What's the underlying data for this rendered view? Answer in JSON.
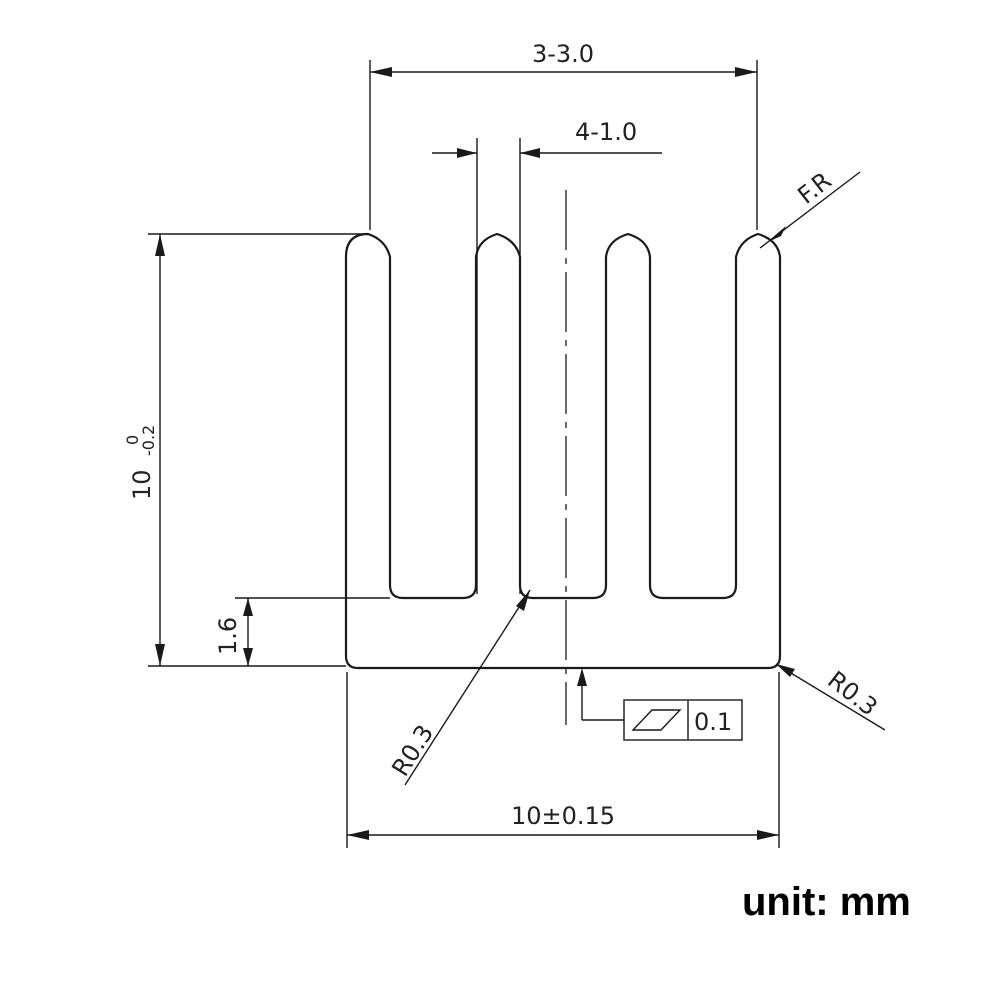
{
  "drawing": {
    "dim_top_overall": "3-3.0",
    "dim_fin_gap": "4-1.0",
    "dim_tip_radius": "F.R",
    "dim_height_main": "10",
    "dim_height_upper_tol": "0",
    "dim_height_lower_tol": "-0.2",
    "dim_base_thickness": "1.6",
    "dim_inner_radius": "R0.3",
    "dim_corner_radius": "R0.3",
    "flatness_value": "0.1",
    "dim_width": "10±0.15"
  },
  "unit_note": "unit: mm"
}
